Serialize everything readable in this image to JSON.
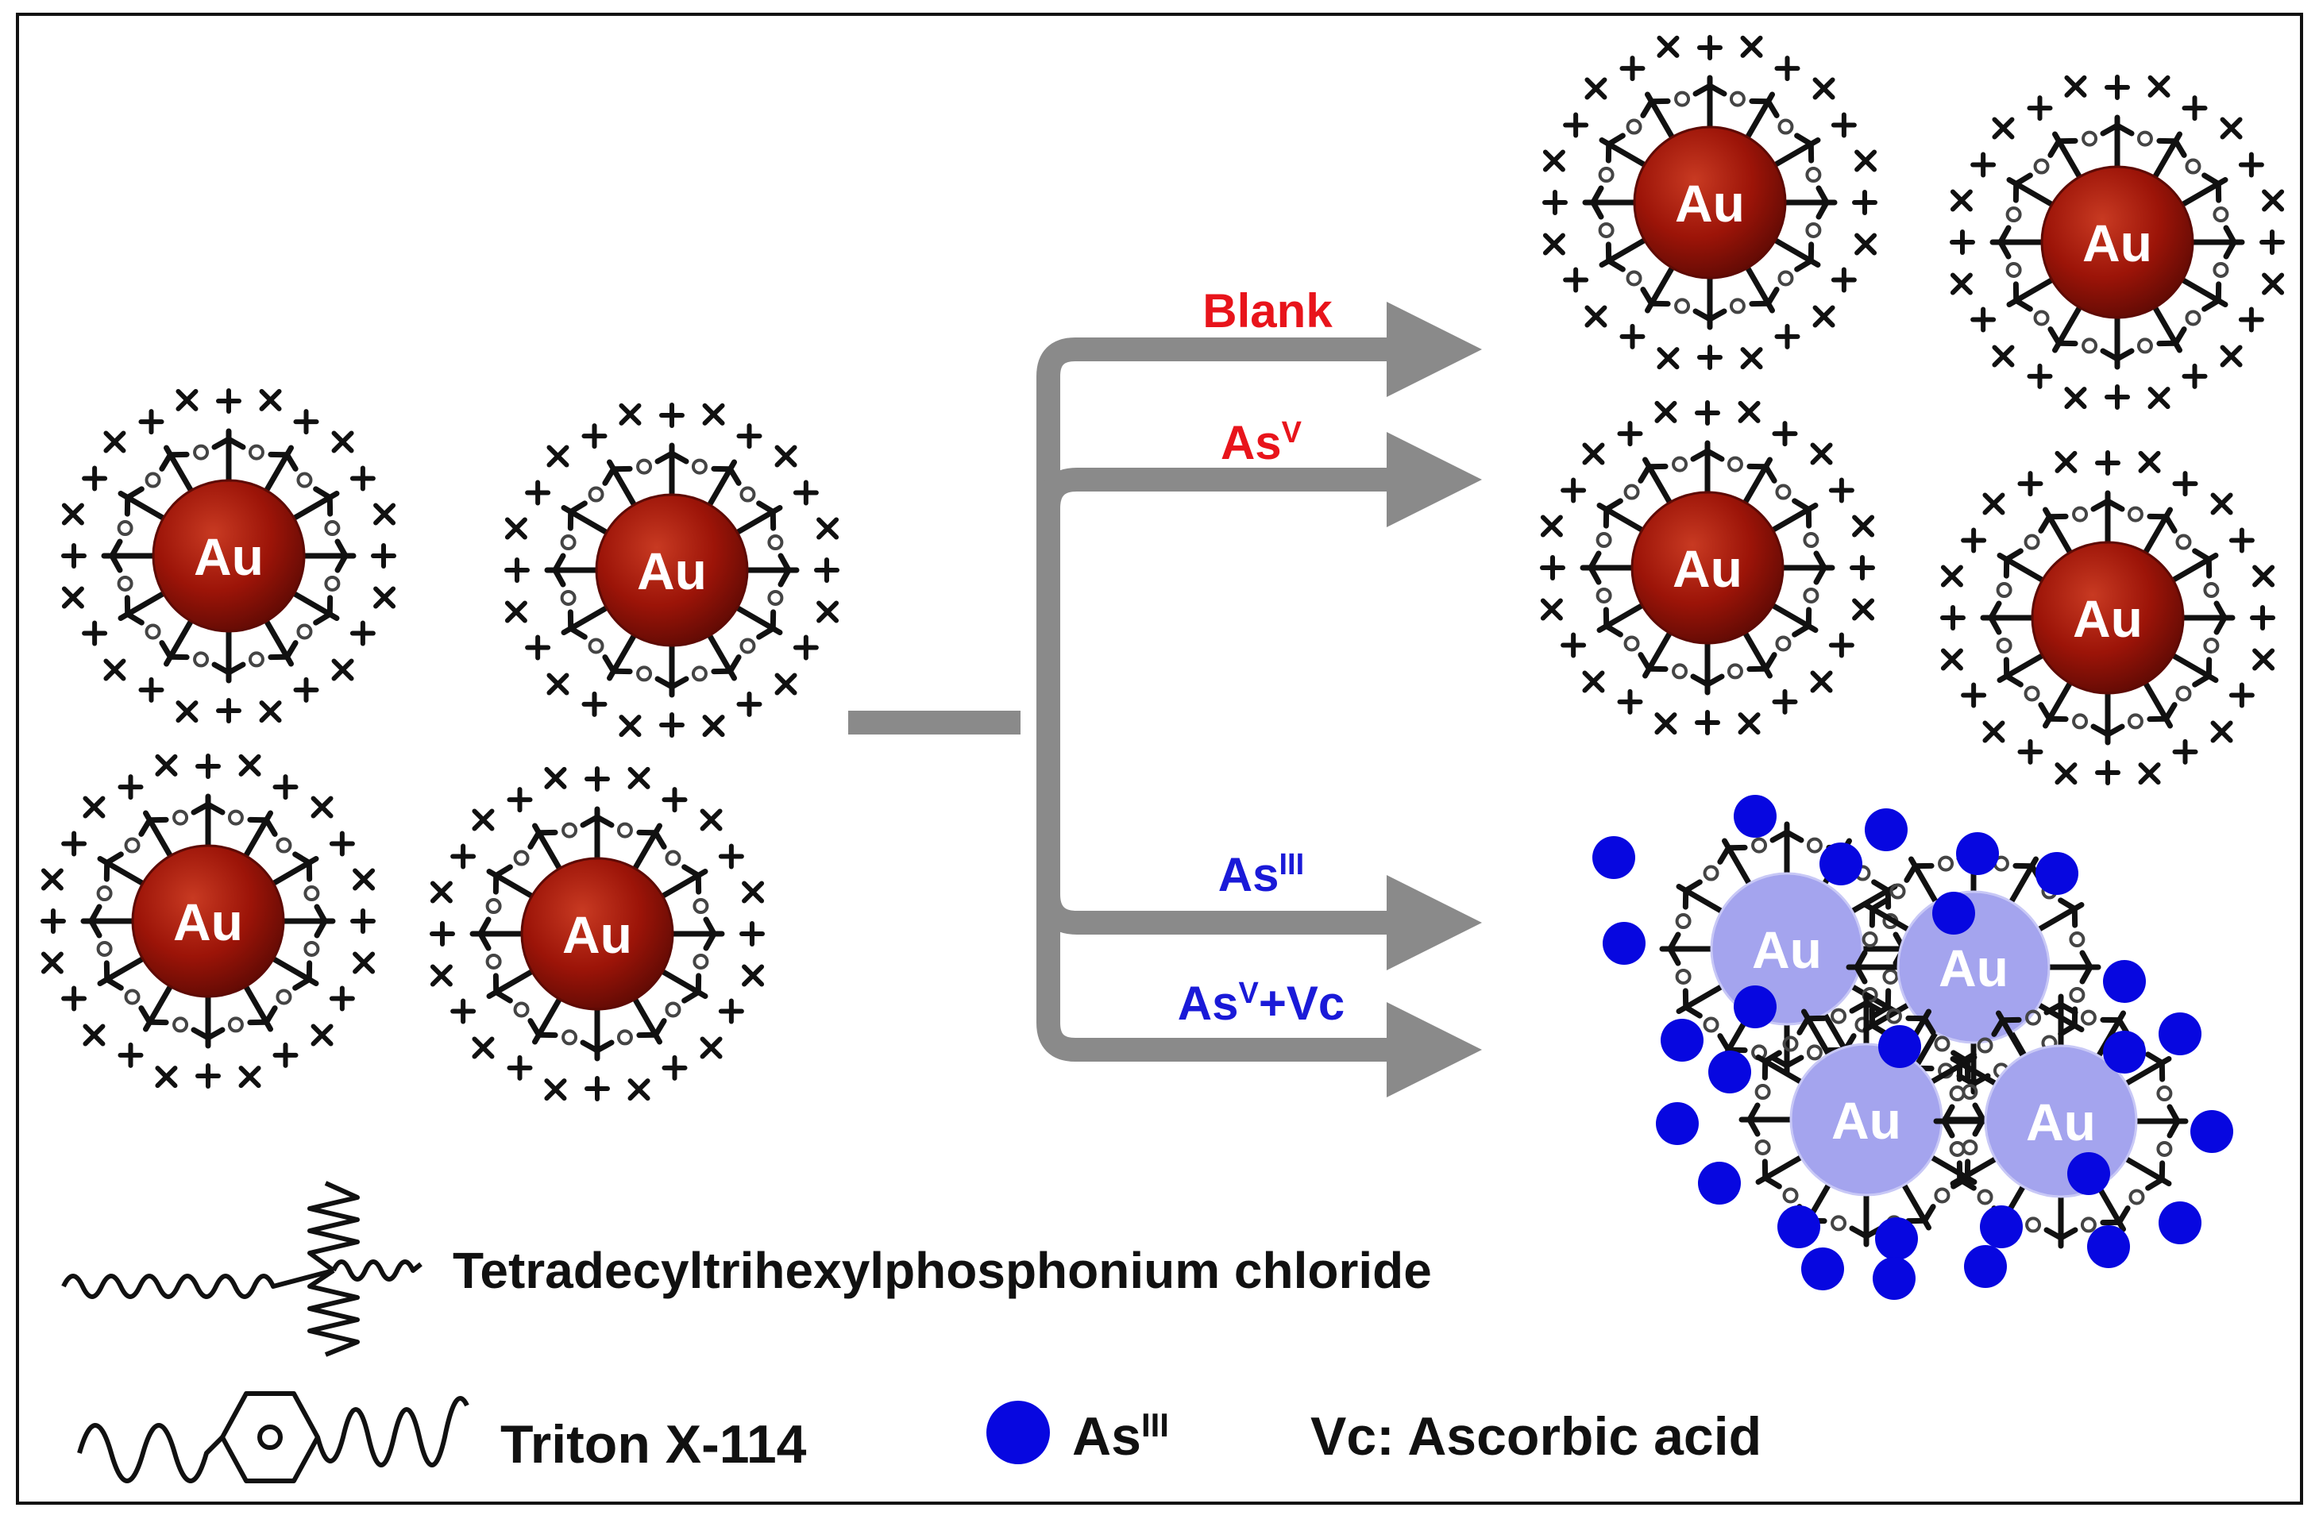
{
  "particle_label": "Au",
  "branches": {
    "blank": {
      "label": "Blank",
      "color": "#e8141b"
    },
    "asv": {
      "label_main": "As",
      "label_sup": "V",
      "color": "#e8141b"
    },
    "asiii": {
      "label_main": "As",
      "label_sup": "III",
      "color": "#1a1ad8"
    },
    "asv_vc": {
      "label_a": "As",
      "label_sup": "V",
      "label_b": "+Vc",
      "color": "#1a1ad8"
    }
  },
  "legend": {
    "surfactant_label": "Tetradecyltrihexylphosphonium chloride",
    "triton_label": "Triton X-114",
    "asiii_label_main": "As",
    "asiii_label_sup": "III",
    "vc_label": "Vc: Ascorbic acid"
  },
  "colors": {
    "gold_dispersed": "#9c1408",
    "gold_aggregated": "#a4a4ee",
    "arsenite_dot": "#0707e0",
    "arrow": "#8a8a8a"
  }
}
